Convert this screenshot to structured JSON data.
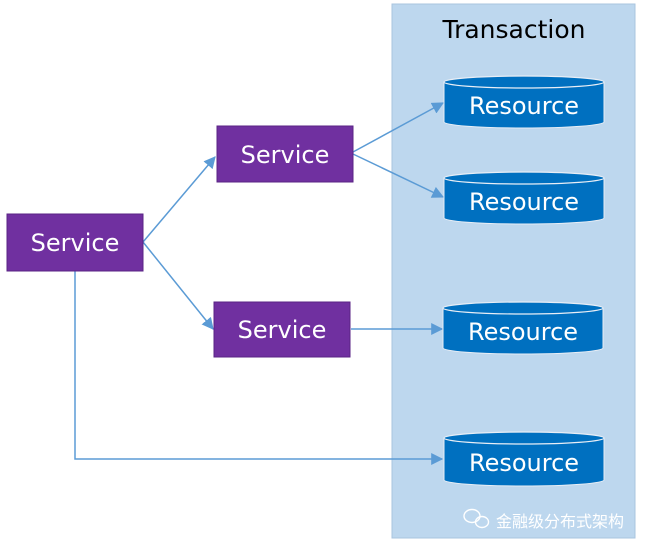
{
  "diagram": {
    "transaction_label": "Transaction",
    "services": [
      {
        "label": "Service"
      },
      {
        "label": "Service"
      },
      {
        "label": "Service"
      }
    ],
    "resources": [
      {
        "label": "Resource"
      },
      {
        "label": "Resource"
      },
      {
        "label": "Resource"
      },
      {
        "label": "Resource"
      }
    ],
    "watermark": "金融级分布式架构"
  },
  "colors": {
    "service_fill": "#7030A0",
    "service_border": "#5a2385",
    "resource_fill": "#0070C0",
    "resource_border": "#e8eef6",
    "transaction_bg": "#BDD7EE",
    "transaction_border": "#a9c4df",
    "arrow": "#5B9BD5",
    "node_text": "#ffffff",
    "title_text": "#000000"
  }
}
